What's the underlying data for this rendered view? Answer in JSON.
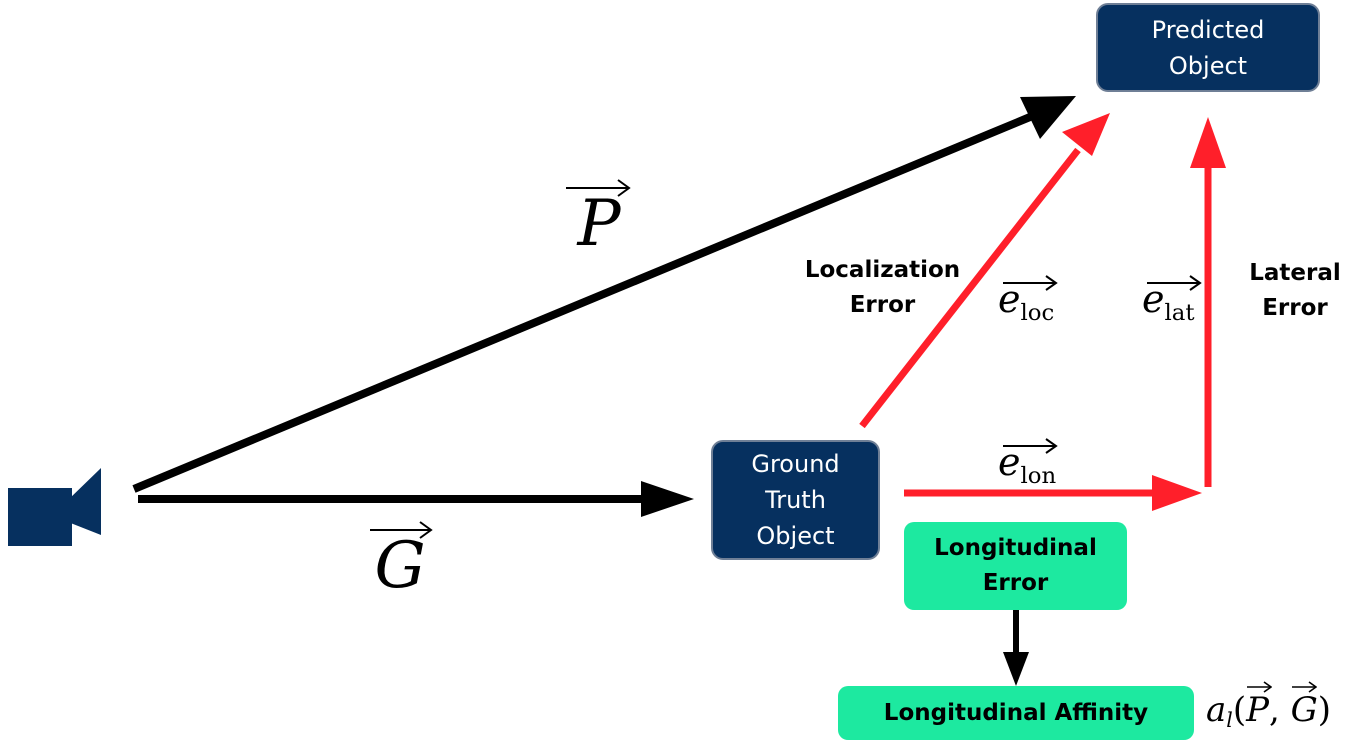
{
  "nodes": {
    "predicted_object": {
      "line1": "Predicted",
      "line2": "Object"
    },
    "ground_truth_object": {
      "line1": "Ground",
      "line2": "Truth",
      "line3": "Object"
    },
    "longitudinal_error": {
      "line1": "Longitudinal",
      "line2": "Error"
    },
    "longitudinal_affinity": {
      "label": "Longitudinal Affinity"
    }
  },
  "labels": {
    "localization_error": {
      "line1": "Localization",
      "line2": "Error"
    },
    "lateral_error": {
      "line1": "Lateral",
      "line2": "Error"
    }
  },
  "vectors": {
    "p": {
      "symbol": "P"
    },
    "g": {
      "symbol": "G"
    },
    "e_loc": {
      "symbol": "e",
      "subscript": "loc"
    },
    "e_lat": {
      "symbol": "e",
      "subscript": "lat"
    },
    "e_lon": {
      "symbol": "e",
      "subscript": "lon"
    }
  },
  "formula": {
    "func": "a",
    "sub": "l",
    "open": "(",
    "arg1": "P",
    "sep": ",",
    "arg2": "G",
    "close": ")"
  },
  "icons": {
    "camera": "video-camera-icon"
  },
  "colors": {
    "navy": "#06305f",
    "green": "#1de9a0",
    "error_red": "#ff1f2a",
    "vector_black": "#000000"
  }
}
